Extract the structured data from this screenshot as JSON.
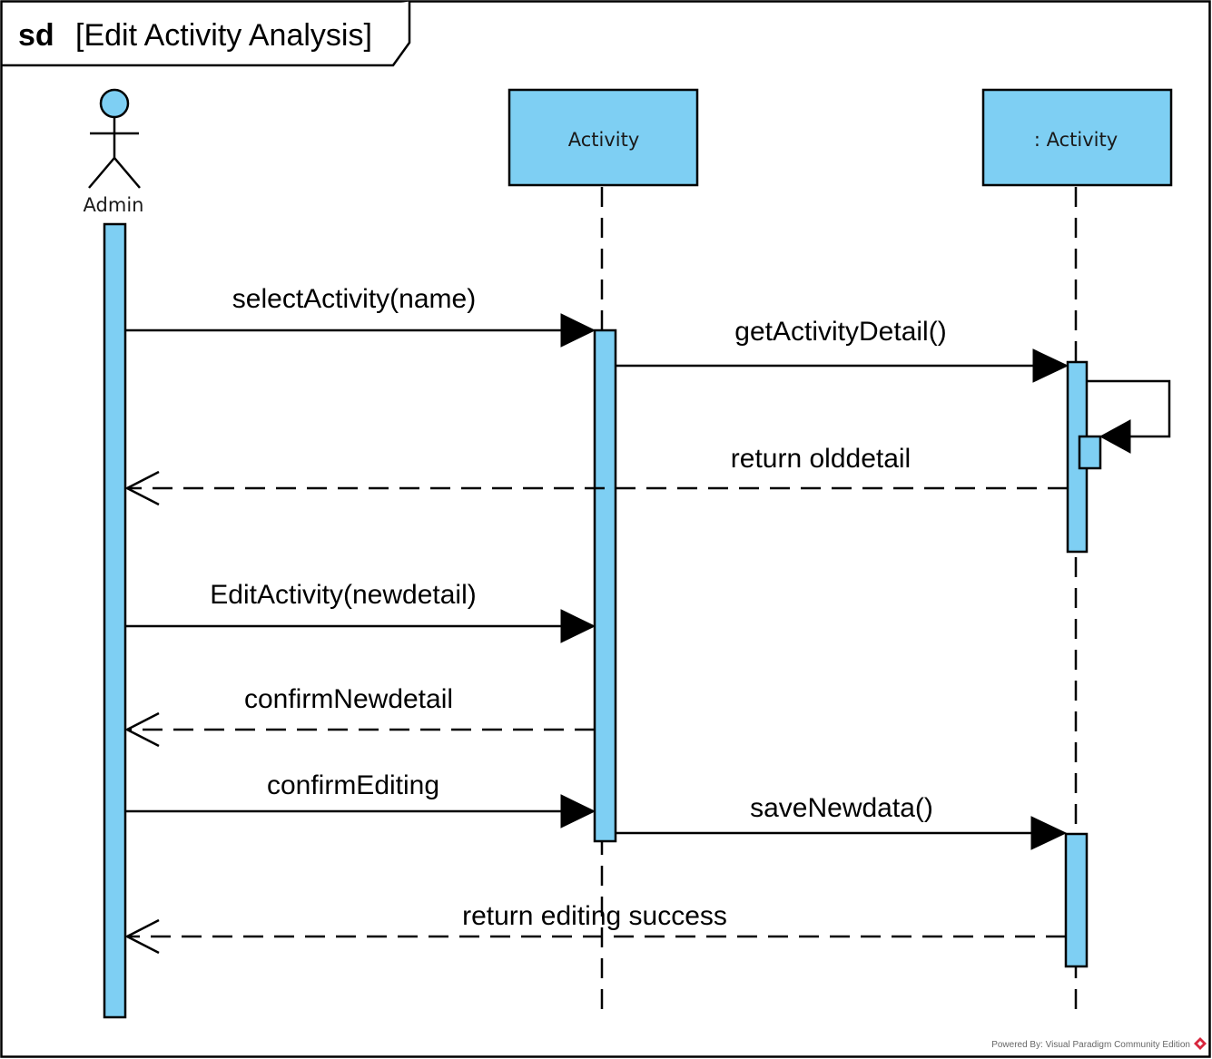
{
  "frame": {
    "keyword": "sd",
    "title": "[Edit Activity Analysis]"
  },
  "lifelines": {
    "actor": "Admin",
    "boundary": "Activity",
    "entity": ": Activity"
  },
  "messages": {
    "m1": "selectActivity(name)",
    "m2": "getActivityDetail()",
    "m3": "return olddetail",
    "m4": "EditActivity(newdetail)",
    "m5": "confirmNewdetail",
    "m6": "confirmEditing",
    "m7": "saveNewdata()",
    "m8": "return editing success"
  },
  "footer": {
    "text": "Powered By: Visual Paradigm Community Edition"
  },
  "colors": {
    "fill": "#7ecff3",
    "stroke": "#000000",
    "brand": "#d7263d"
  },
  "icons": {
    "footer_logo": "visual-paradigm-logo-icon"
  }
}
